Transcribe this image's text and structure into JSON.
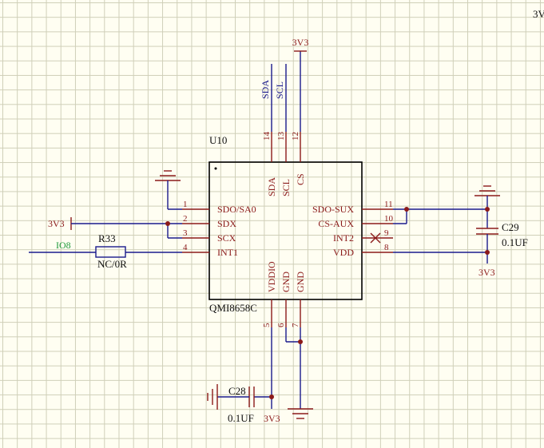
{
  "corner_label": "3V",
  "chip": {
    "ref": "U10",
    "part": "QMI8658C",
    "pins_left": [
      {
        "num": "1",
        "name": "SDO/SA0"
      },
      {
        "num": "2",
        "name": "SDX"
      },
      {
        "num": "3",
        "name": "SCX"
      },
      {
        "num": "4",
        "name": "INT1"
      }
    ],
    "pins_right": [
      {
        "num": "11",
        "name": "SDO-SUX"
      },
      {
        "num": "10",
        "name": "CS-AUX"
      },
      {
        "num": "9",
        "name": "INT2"
      },
      {
        "num": "8",
        "name": "VDD"
      }
    ],
    "pins_top": [
      {
        "num": "14",
        "name": "SDA"
      },
      {
        "num": "13",
        "name": "SCL"
      },
      {
        "num": "12",
        "name": "CS"
      }
    ],
    "pins_bottom": [
      {
        "num": "5",
        "name": "VDDIO"
      },
      {
        "num": "6",
        "name": "GND"
      },
      {
        "num": "7",
        "name": "GND"
      }
    ]
  },
  "nets": {
    "sda": "SDA",
    "scl": "SCL",
    "top_power": "3V3",
    "left_power": "3V3",
    "io": "IO8",
    "c29_power": "3V3",
    "c28_power": "3V3"
  },
  "components": {
    "r33": {
      "ref": "R33",
      "value": "NC/0R"
    },
    "c29": {
      "ref": "C29",
      "value": "0.1UF"
    },
    "c28": {
      "ref": "C28",
      "value": "0.1UF"
    }
  }
}
